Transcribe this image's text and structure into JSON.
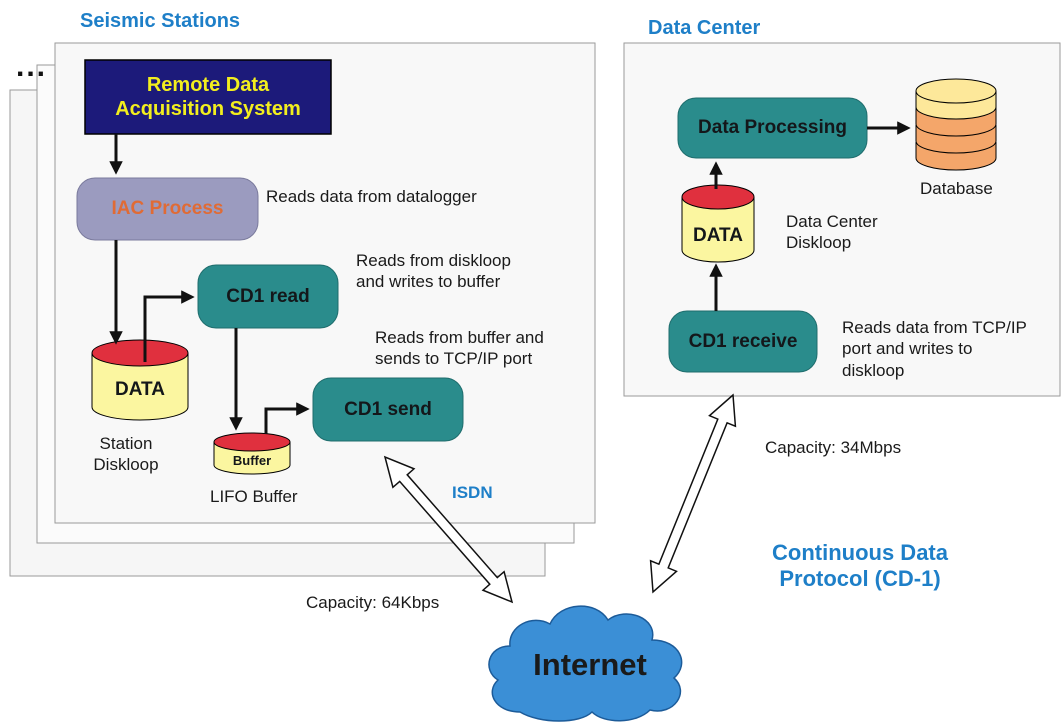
{
  "seismic_stations": {
    "title": "Seismic Stations",
    "remote_system": "Remote Data\nAcquisition System",
    "iac_process": "IAC Process",
    "iac_note": "Reads data from datalogger",
    "cd1_read": "CD1 read",
    "cd1_read_note": "Reads from diskloop\nand writes to buffer",
    "cd1_send": "CD1 send",
    "cd1_send_note": "Reads from buffer and\nsends to TCP/IP port",
    "data_label": "DATA",
    "diskloop_label": "Station\nDiskloop",
    "buffer_label": "Buffer",
    "lifo_label": "LIFO Buffer",
    "ellipsis": "..."
  },
  "data_center": {
    "title": "Data Center",
    "data_processing": "Data Processing",
    "database_label": "Database",
    "data_label": "DATA",
    "diskloop_label": "Data Center\nDiskloop",
    "cd1_receive": "CD1 receive",
    "receive_note": "Reads data from TCP/IP\nport and writes to\ndiskloop"
  },
  "links": {
    "isdn": "ISDN",
    "capacity_station": "Capacity:  64Kbps",
    "capacity_center": "Capacity:  34Mbps",
    "protocol": "Continuous Data\nProtocol (CD-1)",
    "internet": "Internet"
  },
  "colors": {
    "teal": "#2a8c8c",
    "navy": "#1c1a7a",
    "yellow": "#f2ee1e",
    "lavender": "#9b9bbf",
    "orange_text": "#e06b35",
    "red_top": "#e0303e",
    "cylinder_body": "#fbf6a0",
    "db_orange": "#f4a66a",
    "db_yellow": "#fde89a",
    "cloud": "#3b8fd6",
    "blue_text": "#1e7fc8"
  }
}
